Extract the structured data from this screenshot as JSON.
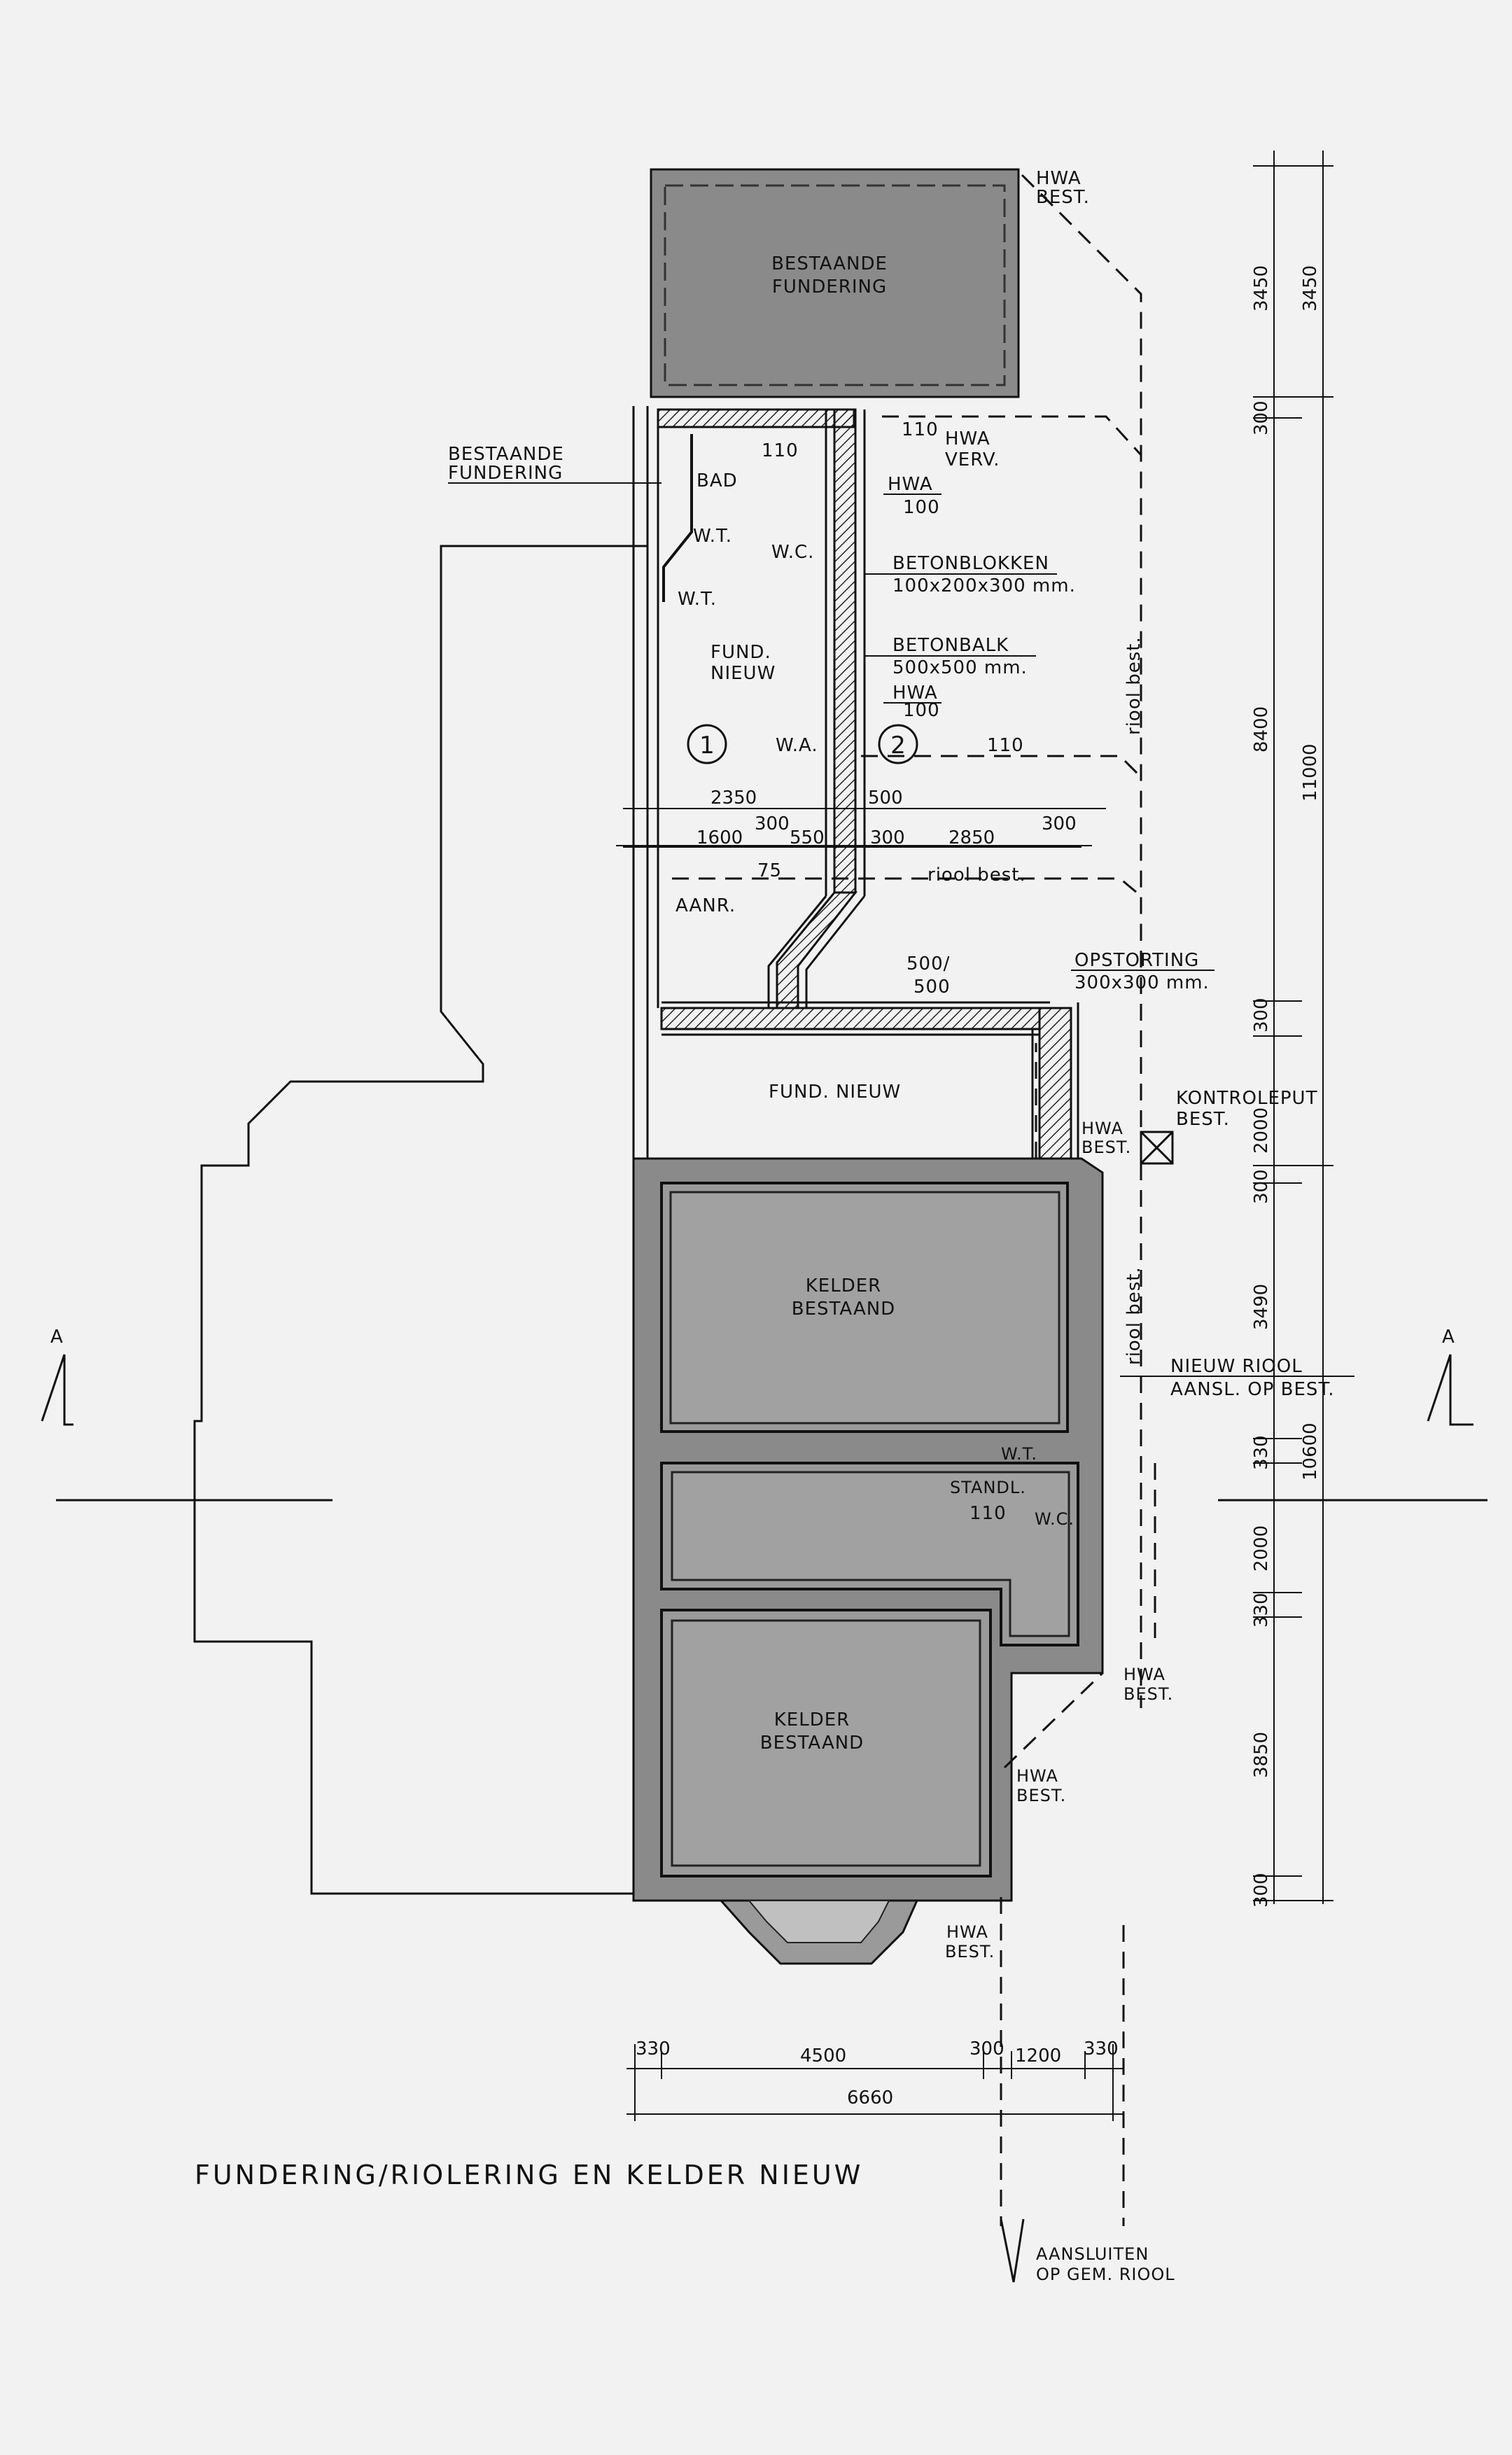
{
  "title": "FUNDERING/RIOLERING EN KELDER NIEUW",
  "labels": {
    "bestaande_fundering_top_1": "BESTAANDE",
    "bestaande_fundering_top_2": "FUNDERING",
    "bestaande_fundering_left_1": "BESTAANDE",
    "bestaande_fundering_left_2": "FUNDERING",
    "hwa_best_top_1": "HWA",
    "hwa_best_top_2": "BEST.",
    "pipe_110_a": "110",
    "pipe_110_b": "110",
    "hwa_verv_1": "HWA",
    "hwa_verv_2": "VERV.",
    "bad": "BAD",
    "hwa_100_a_1": "HWA",
    "hwa_100_a_2": "100",
    "wt_a": "W.T.",
    "wc_a": "W.C.",
    "betonblokken_1": "BETONBLOKKEN",
    "betonblokken_2": "100x200x300 mm.",
    "wt_b": "W.T.",
    "fund_nieuw_1": "FUND.",
    "fund_nieuw_2": "NIEUW",
    "betonbalk_1": "BETONBALK",
    "betonbalk_2": "500x500 mm.",
    "hwa_100_b_1": "HWA",
    "hwa_100_b_2": "100",
    "riool_best_vert": "riool best.",
    "circle_1": "1",
    "circle_2": "2",
    "wa": "W.A.",
    "pipe_110_c": "110",
    "pipe_75": "75",
    "riool_best_horiz": "riool best.",
    "aanr": "AANR.",
    "pipe_500_500_1": "500/",
    "pipe_500_500_2": "500",
    "opstorting_1": "OPSTORTING",
    "opstorting_2": "300x300 mm.",
    "fund_nieuw_mid": "FUND. NIEUW",
    "kontroleput_1": "KONTROLEPUT",
    "kontroleput_2": "BEST.",
    "hwa_best_mid_1": "HWA",
    "hwa_best_mid_2": "BEST.",
    "kelder_1_1": "KELDER",
    "kelder_1_2": "BESTAAND",
    "riool_best_vert_2": "riool best.",
    "nieuw_riool_1": "NIEUW RIOOL",
    "nieuw_riool_2": "AANSL. OP BEST.",
    "wt_c": "W.T.",
    "standl": "STANDL.",
    "pipe_110_d": "110",
    "wc_b": "W.C.",
    "hwa_best_low_1": "HWA",
    "hwa_best_low_2": "BEST.",
    "kelder_2_1": "KELDER",
    "kelder_2_2": "BESTAAND",
    "hwa_best_low2_1": "HWA",
    "hwa_best_low2_2": "BEST.",
    "hwa_best_bot_1": "HWA",
    "hwa_best_bot_2": "BEST.",
    "section_a_left": "A",
    "section_a_right": "A",
    "aansluiten_1": "AANSLUITEN",
    "aansluiten_2": "OP GEM. RIOOL"
  },
  "dimensions": {
    "d2350": "2350",
    "d500": "500",
    "d1600": "1600",
    "d300a": "300",
    "d550": "550",
    "d300b": "300",
    "d2850": "2850",
    "d300c": "300",
    "r3450a": "3450",
    "r3450b": "3450",
    "r300a": "300",
    "r8400": "8400",
    "r11000": "11000",
    "r300b": "300",
    "r2000a": "2000",
    "r300c": "300",
    "r3490": "3490",
    "r330a": "330",
    "r10600": "10600",
    "r2000b": "2000",
    "r330b": "330",
    "r3850": "3850",
    "r300d": "300",
    "b330a": "330",
    "b4500": "4500",
    "b300": "300",
    "b1200": "1200",
    "b330b": "330",
    "b6660": "6660"
  },
  "colors": {
    "paper": "#f2f2f2",
    "ink": "#111111",
    "existing_fill": "#8a8a8a"
  }
}
